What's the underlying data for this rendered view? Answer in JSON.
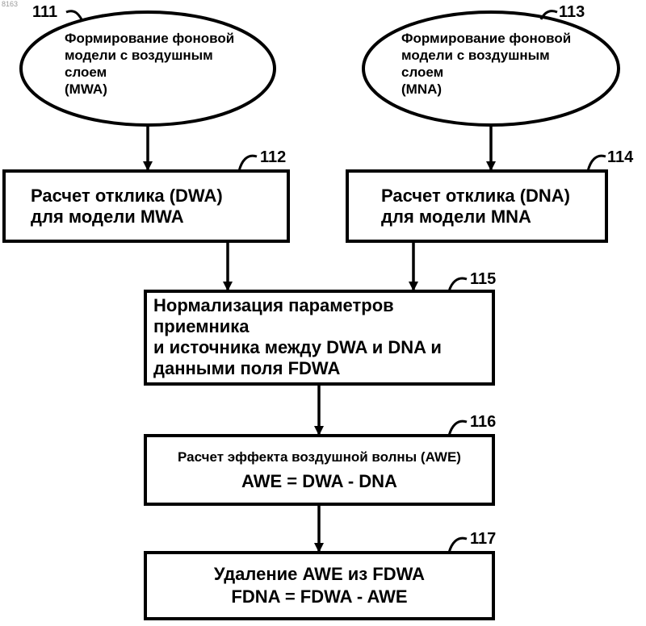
{
  "corner_mark": "8163",
  "nodes": {
    "n111": {
      "ref": "111",
      "lines": [
        "Формирование фоновой",
        "модели с воздушным слоем",
        "(MWA)"
      ]
    },
    "n113": {
      "ref": "113",
      "lines": [
        "Формирование фоновой",
        "модели с воздушным слоем",
        "(MNA)"
      ]
    },
    "n112": {
      "ref": "112",
      "lines": [
        "Расчет отклика (DWA)",
        "для модели MWA"
      ]
    },
    "n114": {
      "ref": "114",
      "lines": [
        "Расчет отклика (DNA)",
        "для модели MNA"
      ]
    },
    "n115": {
      "ref": "115",
      "lines": [
        "Нормализация параметров приемника",
        "и источника между DWA и DNA и",
        "данными поля FDWA"
      ]
    },
    "n116": {
      "ref": "116",
      "title": "Расчет эффекта воздушной волны (AWE)",
      "formula": "AWE = DWA - DNA"
    },
    "n117": {
      "ref": "117",
      "title": "Удаление AWE из FDWA",
      "formula": "FDNA = FDWA - AWE"
    }
  }
}
